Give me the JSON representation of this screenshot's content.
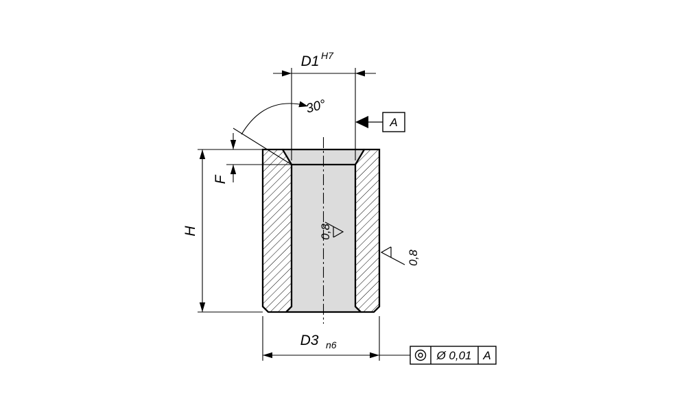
{
  "drawing": {
    "title": "drill-bushing-section-drawing",
    "dim_d1": {
      "label": "D1",
      "tolerance": "H7"
    },
    "chamfer_angle": {
      "label": "30°"
    },
    "datum_flag": {
      "label": "A"
    },
    "dim_f": {
      "label": "F"
    },
    "dim_h": {
      "label": "H"
    },
    "dim_d3": {
      "label": "D3",
      "tolerance": "n6"
    },
    "roughness_bore": {
      "value": "0,8"
    },
    "roughness_outer": {
      "value": "0,8"
    },
    "tolerance_frame": {
      "symbol": "concentricity",
      "value": "Ø 0,01",
      "datum": "A"
    },
    "colors": {
      "line": "#000000",
      "bore_fill": "#dcdcdc",
      "background": "#ffffff"
    }
  }
}
